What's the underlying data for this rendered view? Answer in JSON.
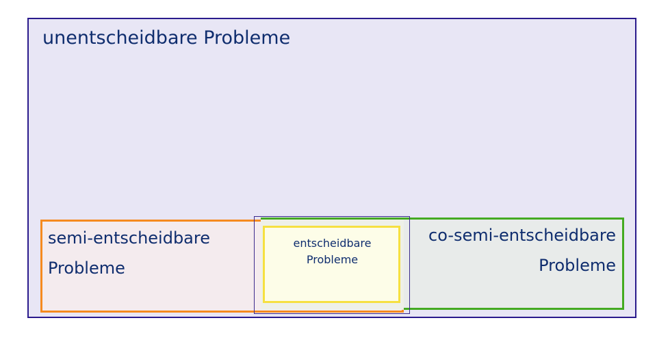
{
  "diagram": {
    "undecidable": {
      "label": "unentscheidbare Probleme",
      "border_color": "#2a1a8c",
      "fill_color": "#e8e6f5"
    },
    "semi_decidable": {
      "line1": "semi-entscheidbare",
      "line2": "Probleme",
      "border_color": "#f58a1f"
    },
    "co_semi_decidable": {
      "line1": "co-semi-entscheidbare",
      "line2": "Probleme",
      "border_color": "#44aa22"
    },
    "decidable": {
      "line1": "entscheidbare",
      "line2": "Probleme",
      "border_color": "#f6e040"
    },
    "text_color": "#0f2d6e"
  }
}
